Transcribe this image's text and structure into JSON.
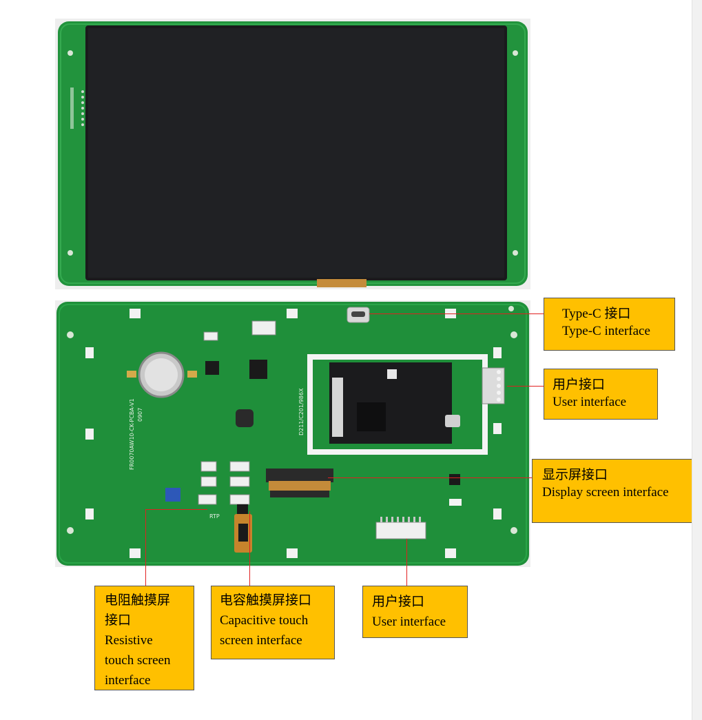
{
  "labels": {
    "typec": {
      "cn": "Type-C  接口",
      "en": "Type-C interface"
    },
    "user_right": {
      "cn": "用户接口",
      "en": "User interface"
    },
    "display": {
      "cn": "显示屏接口",
      "en": "Display screen interface"
    },
    "resistive": {
      "l1": "电阻触摸屏",
      "l2": "接口",
      "l3": "Resistive",
      "l4": "touch screen",
      "l5": "interface"
    },
    "capacitive": {
      "l1": "电容触摸屏接口",
      "l2": "Capacitive touch",
      "l3": "screen interface"
    },
    "user_bottom": {
      "cn": "用户接口",
      "en": "User interface"
    }
  },
  "board_silkscreen": {
    "rtp": "RTP",
    "part_number": "FR0070AW10-CK-PCBA-V1",
    "module_code": "D211/C201/986X",
    "revision": "0907"
  },
  "colors": {
    "pcb_green": "#1f8f3a",
    "pcb_edge": "#2aa548",
    "screen_black": "#1a1a1c",
    "callout_fill": "#ffc000",
    "leader_red": "#e02020"
  }
}
